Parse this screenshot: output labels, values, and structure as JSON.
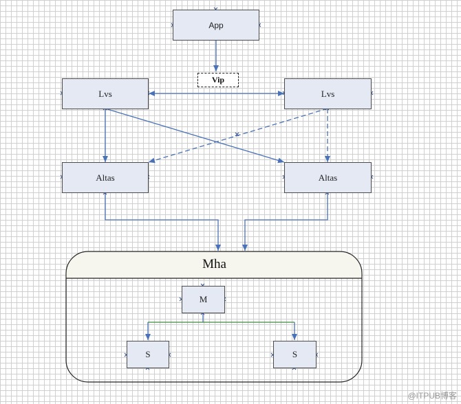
{
  "nodes": {
    "app": "App",
    "vip": "Vip",
    "lvs_left": "Lvs",
    "lvs_right": "Lvs",
    "altas_left": "Altas",
    "altas_right": "Altas",
    "mha": "Mha",
    "master": "M",
    "slave_left": "S",
    "slave_right": "S"
  },
  "watermark": "@ITPUB博客",
  "colors": {
    "arrow": "#4a72b8",
    "tree_line": "#3d8a3d",
    "node_fill": "#e4e9f3",
    "container_header": "#f7f6ee"
  }
}
